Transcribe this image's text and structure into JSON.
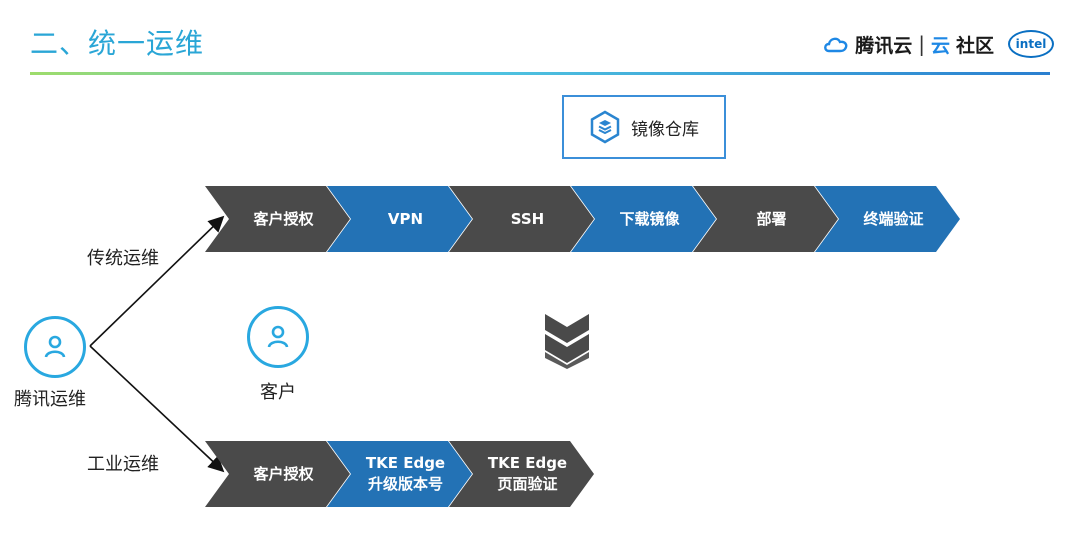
{
  "header": {
    "title": "二、统一运维",
    "logo": {
      "brand": "腾讯云",
      "separator": "|",
      "cloud_char": "云",
      "community": "社区",
      "partner": "intel"
    }
  },
  "repository": {
    "label": "镜像仓库",
    "icon": "layers-hexagon-icon"
  },
  "actors": {
    "tencent_ops": {
      "label": "腾讯运维",
      "icon": "user-icon"
    },
    "customer": {
      "label": "客户",
      "icon": "user-icon"
    }
  },
  "branches": {
    "traditional": {
      "label": "传统运维"
    },
    "industrial": {
      "label": "工业运维"
    }
  },
  "traditional_steps": [
    {
      "label": "客户授权",
      "color": "gray"
    },
    {
      "label": "VPN",
      "color": "blue"
    },
    {
      "label": "SSH",
      "color": "gray"
    },
    {
      "label": "下载镜像",
      "color": "blue"
    },
    {
      "label": "部署",
      "color": "gray"
    },
    {
      "label": "终端验证",
      "color": "blue"
    }
  ],
  "industrial_steps": [
    {
      "label": "客户授权",
      "color": "gray"
    },
    {
      "label": "TKE Edge\n升级版本号",
      "color": "blue"
    },
    {
      "label": "TKE Edge\n页面验证",
      "color": "gray"
    }
  ],
  "colors": {
    "gray": "#4a4a4a",
    "blue": "#2372b5",
    "accent": "#29a8e0"
  }
}
